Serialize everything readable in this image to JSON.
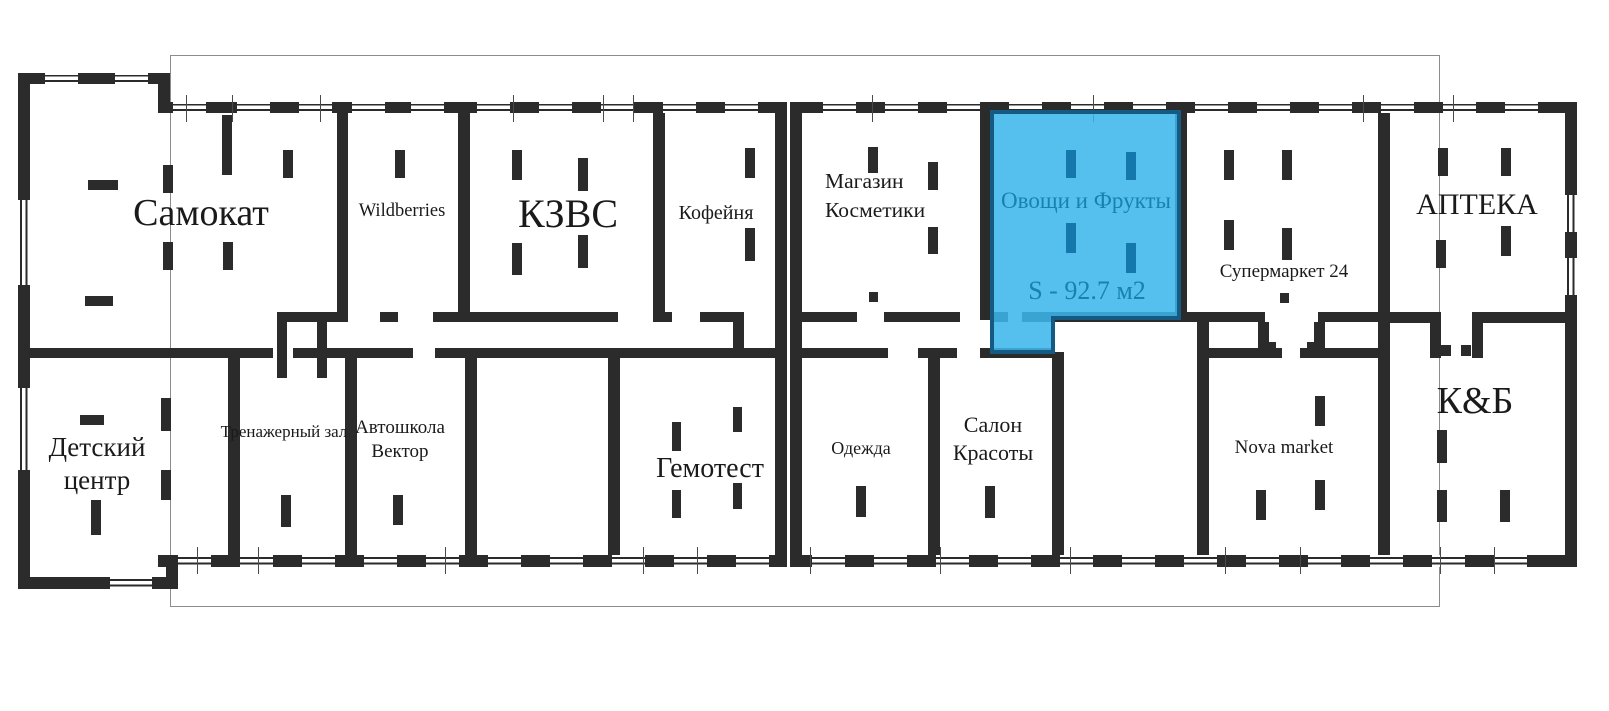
{
  "floor_plan": {
    "highlighted_unit": {
      "name": "Овощи и Фрукты",
      "area_label": "S - 92.7 м2",
      "area_m2": 92.7,
      "fill_color": "#3cb6eb",
      "label_color": "#1981b2"
    },
    "rooms": {
      "samokat": {
        "name": "Самокат"
      },
      "wildberries": {
        "name": "Wildberries"
      },
      "kzvs": {
        "name": "КЗВС"
      },
      "kofeynya": {
        "name": "Кофейня"
      },
      "magazin_kosmetiki": {
        "name": "Магазин Косметики"
      },
      "supermarket_24": {
        "name": "Супермаркет 24"
      },
      "apteka": {
        "name": "АПТЕКА"
      },
      "detskiy_tsentr": {
        "name": "Детский центр"
      },
      "trenazherny_zal": {
        "name": "Тренажерный зал"
      },
      "avtoshkola_vektor": {
        "name": "Автошкола Вектор"
      },
      "gemotest": {
        "name": "Гемотест"
      },
      "odezhda": {
        "name": "Одежда"
      },
      "salon_krasoty": {
        "name": "Салон Красоты"
      },
      "nova_market": {
        "name": "Nova market"
      },
      "k_and_b": {
        "name": "К&Б"
      }
    },
    "colors": {
      "wall": "#2b2b2b",
      "background": "#ffffff",
      "outline_frame": "#8c8c8c"
    }
  }
}
